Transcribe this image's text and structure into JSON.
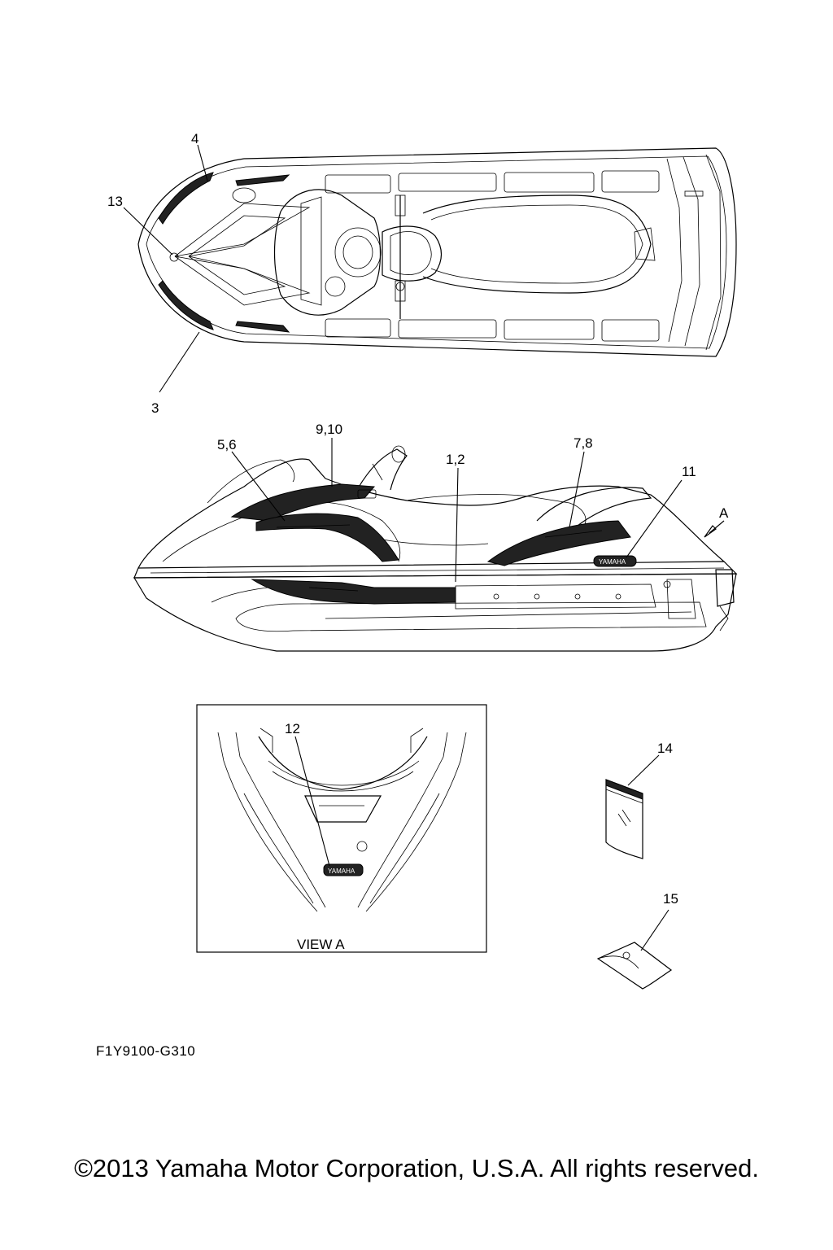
{
  "callouts": {
    "c4": "4",
    "c13": "13",
    "c3": "3",
    "c9_10": "9,10",
    "c5_6": "5,6",
    "c1_2": "1,2",
    "c7_8": "7,8",
    "c11": "11",
    "cA": "A",
    "c12": "12",
    "c14": "14",
    "c15": "15"
  },
  "view_label": "VIEW A",
  "badge_text": "YAMAHA",
  "part_code": "F1Y9100-G310",
  "copyright": "©2013 Yamaha Motor Corporation, U.S.A. All rights reserved."
}
